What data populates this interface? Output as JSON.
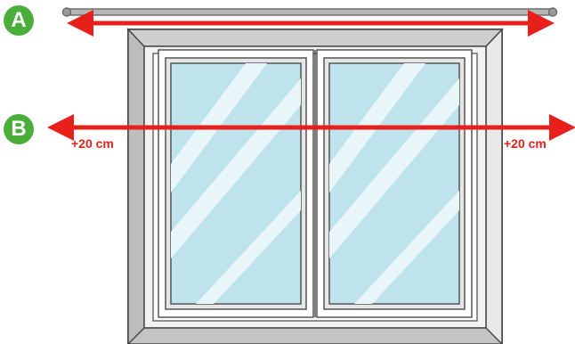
{
  "badges": {
    "a": "A",
    "b": "B"
  },
  "measurements": {
    "left_extension": "+20 cm",
    "right_extension": "+20 cm"
  },
  "colors": {
    "badge": "#4cae3a",
    "arrow": "#e8201c",
    "label": "#e8201c",
    "frame": "#c9c9c9",
    "glass": "#bfe3ed",
    "rod": "#9a9a9a"
  },
  "icons": {
    "rod": "curtain-rod-icon",
    "window": "window-icon",
    "arrow_a": "double-arrow-icon",
    "arrow_b": "double-arrow-icon"
  }
}
